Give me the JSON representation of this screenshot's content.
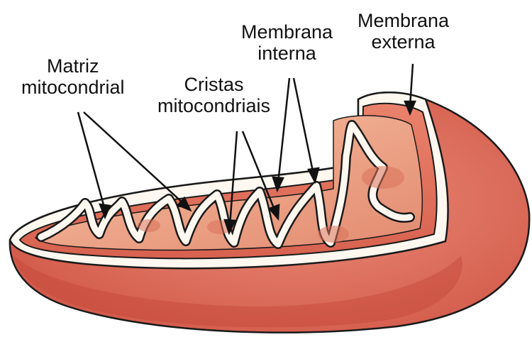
{
  "labels": {
    "matriz_line1": "Matriz",
    "matriz_line2": "mitocondrial",
    "cristas_line1": "Cristas",
    "cristas_line2": "mitocondriais",
    "interna_line1": "Membrana",
    "interna_line2": "interna",
    "externa_line1": "Membrana",
    "externa_line2": "externa"
  },
  "colors": {
    "outer_membrane": "#df6f5e",
    "outer_shadow": "#c8493d",
    "inner_region": "#f2b499",
    "matrix": "#eca588",
    "membrane_white": "#fff8f0",
    "outline": "#1a1a1a",
    "arrow": "#111111"
  }
}
